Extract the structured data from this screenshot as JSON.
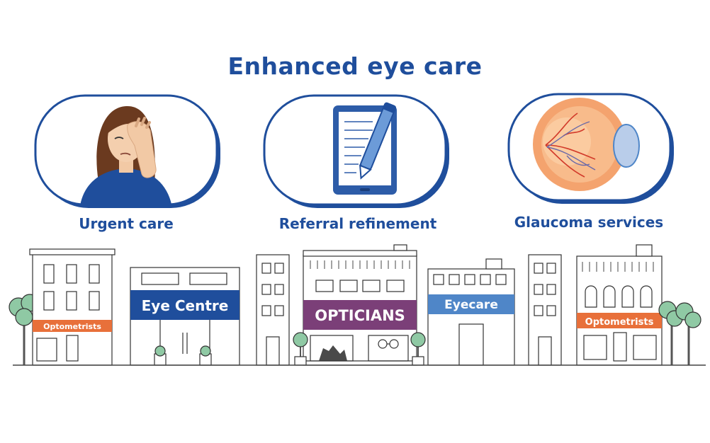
{
  "title": "Enhanced eye care",
  "services": [
    {
      "label": "Urgent care",
      "icon": "person-eye-pain-icon"
    },
    {
      "label": "Referral refinement",
      "icon": "tablet-pen-icon"
    },
    {
      "label": "Glaucoma services",
      "icon": "eyeball-icon"
    }
  ],
  "shops": {
    "optometrists_left": "Optometrists",
    "eye_centre": "Eye Centre",
    "opticians": "OPTICIANS",
    "eyecare": "Eyecare",
    "optometrists_right": "Optometrists"
  },
  "colors": {
    "brand_blue": "#1f4e9c",
    "orange": "#e8703a",
    "purple": "#7b3f78",
    "light_blue": "#4f86c8"
  }
}
